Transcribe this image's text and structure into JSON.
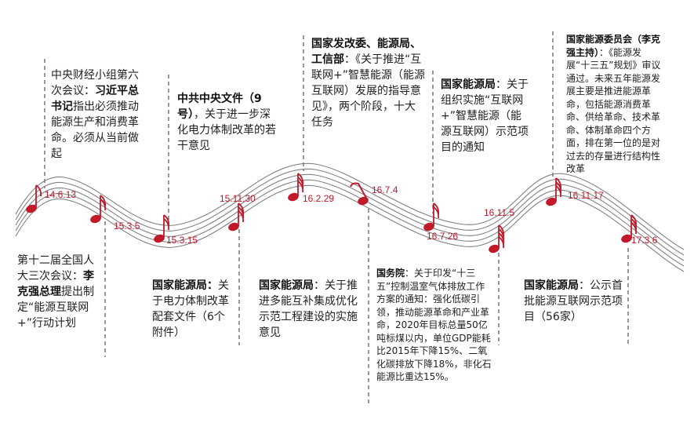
{
  "colors": {
    "note": "#c0192a",
    "staff": "#808080",
    "dash": "#555555"
  },
  "events": [
    {
      "date": "14.6.13",
      "pre": "中央财经小组第六次会议：",
      "bold": "习近平总书记",
      "post": "指出必须推动能源生产和消费革命。必须从当前做起"
    },
    {
      "date": "15.3.5",
      "pre": "第十二届全国人大三次会议：",
      "bold": "李克强总理",
      "post": "提出制定“能源互联网+”行动计划"
    },
    {
      "date": "15.3.15",
      "pre": "",
      "bold": "中共中央文件（9号）",
      "post": "，关于进一步深化电力体制改革的若干意见"
    },
    {
      "date": "15.11.30",
      "pre": "",
      "bold": "国家能源局：",
      "post": "关于电力体制改革配套文件（6个附件）"
    },
    {
      "date": "16.2.29",
      "pre": "",
      "bold": "国家发改委、能源局、工信部",
      "post": "：《关于推进“互联网+”智慧能源（能源互联网）发展的指导意见》，两个阶段，十大任务"
    },
    {
      "date": "16.7.4",
      "pre": "",
      "bold": "国家能源局",
      "post": "：关于推进多能互补集成优化示范工程建设的实施意见"
    },
    {
      "date": "16.7.26",
      "pre": "",
      "bold": "国家能源局",
      "post": "：关于组织实施“互联网+”智慧能源（能源互联网）示范项目的通知"
    },
    {
      "date": "16.11.5",
      "pre": "",
      "bold": "国务院",
      "post": "：关于印发“十三五”控制温室气体排放工作方案的通知：强化低碳引领，推动能源革命和产业革命，2020年目标总量50亿吨标煤以内，单位GDP能耗比2015年下降15%、二氧化碳排放下降18%，非化石能源比重达15%。"
    },
    {
      "date": "16.11.17",
      "pre": "",
      "bold": "国家能源委员会（李克强主持）",
      "post": "：《能源发展“十三五”规划》审议通过。未来五年能源发展主要是推进能源革命，包括能源消费革命、供给革命、技术革命、体制革命四个方面，排在第一位的是对过去的存量进行结构性改革"
    },
    {
      "date": "17.3.6",
      "pre": "",
      "bold": "国家能源局",
      "post": "：公示首批能源互联网示范项目（56家）"
    }
  ]
}
